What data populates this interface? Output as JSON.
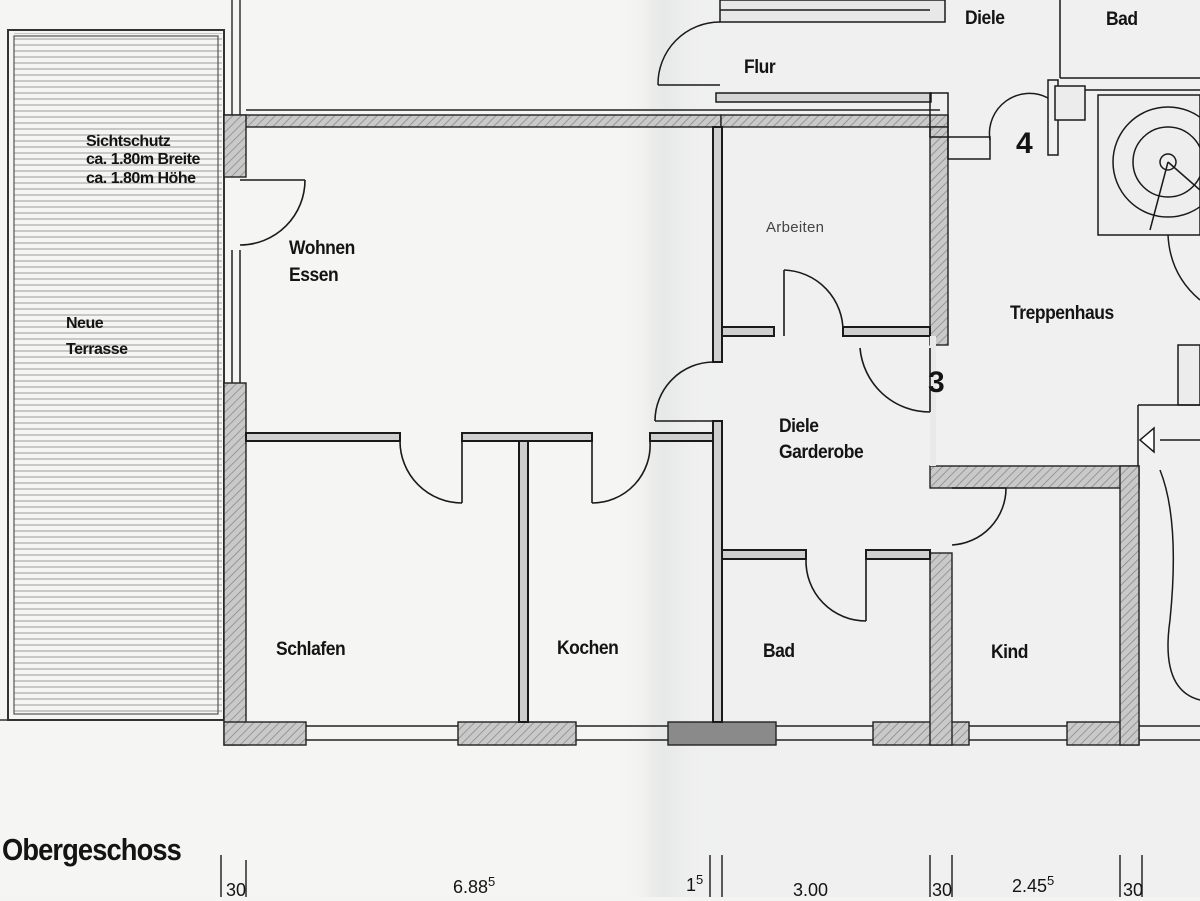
{
  "drawing": {
    "title": "Obergeschoss",
    "rooms": {
      "wohnen": [
        "Wohnen",
        "Essen"
      ],
      "arbeiten": "Arbeiten",
      "schlafen": "Schlafen",
      "kochen": "Kochen",
      "bad_lower": "Bad",
      "kind": "Kind",
      "diele_garderobe": [
        "Diele",
        "Garderobe"
      ],
      "treppenhaus": "Treppenhaus",
      "flur": "Flur",
      "diele_top": "Diele",
      "bad_top": "Bad"
    },
    "terrace": {
      "privacy_screen": [
        "Sichtschutz",
        "ca. 1.80m Breite",
        "ca. 1.80m Höhe"
      ],
      "name": [
        "Neue",
        "Terrasse"
      ]
    },
    "unit_numbers": {
      "left": "3",
      "right": "4"
    },
    "dimensions": {
      "d1": {
        "value": "30"
      },
      "d2": {
        "value": "6.88",
        "sup": "5"
      },
      "d3": {
        "value": "1",
        "sup": "5"
      },
      "d4": {
        "value": "3.00"
      },
      "d5": {
        "value": "30"
      },
      "d6": {
        "value": "2.45",
        "sup": "5"
      },
      "d7": {
        "value": "30"
      }
    }
  }
}
